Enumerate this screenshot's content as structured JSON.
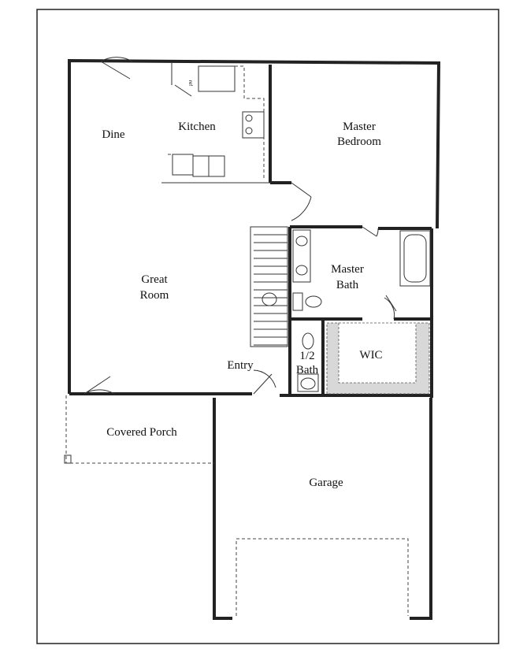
{
  "rooms": {
    "dine": "Dine",
    "kitchen": "Kitchen",
    "master_bedroom": [
      "Master",
      "Bedroom"
    ],
    "great_room": [
      "Great",
      "Room"
    ],
    "master_bath": [
      "Master",
      "Bath"
    ],
    "entry": "Entry",
    "half_bath": [
      "1/2",
      "Bath"
    ],
    "wic": "WIC",
    "covered_porch": "Covered Porch",
    "garage": "Garage"
  },
  "fixtures": {
    "ref": "ref"
  },
  "colors": {
    "line": "#222222",
    "wic_shade": "#d8d8d8"
  }
}
